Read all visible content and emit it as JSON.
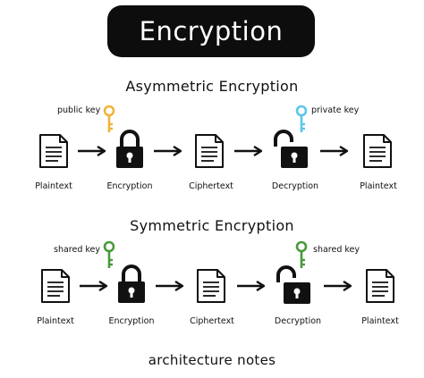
{
  "title": "Encryption",
  "asymmetric": {
    "heading": "Asymmetric Encryption",
    "left_key_label": "public key",
    "right_key_label": "private key",
    "key_color_left": "#f0b43a",
    "key_color_right": "#5ac8e8",
    "steps": [
      "Plaintext",
      "Encryption",
      "Ciphertext",
      "Decryption",
      "Plaintext"
    ]
  },
  "symmetric": {
    "heading": "Symmetric Encryption",
    "left_key_label": "shared key",
    "right_key_label": "shared key",
    "key_color_left": "#4a9a3c",
    "key_color_right": "#4a9a3c",
    "steps": [
      "Plaintext",
      "Encryption",
      "Ciphertext",
      "Decryption",
      "Plaintext"
    ]
  },
  "footer": "architecture notes"
}
